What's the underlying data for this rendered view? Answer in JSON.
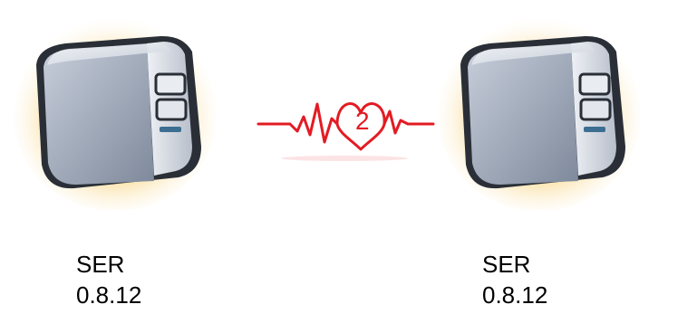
{
  "nodes": [
    {
      "name": "SER",
      "version": "0.8.12",
      "icon": "server-icon"
    },
    {
      "name": "SER",
      "version": "0.8.12",
      "icon": "server-icon"
    }
  ],
  "connection": {
    "icon": "heartbeat-heart-icon",
    "label": "2",
    "color": "#e31b23"
  },
  "colors": {
    "glow": "#f6c04a",
    "case_light": "#dfe3ea",
    "case_dark": "#8d97a8",
    "outline": "#1f242c",
    "accent_bar": "#3c6e92"
  }
}
